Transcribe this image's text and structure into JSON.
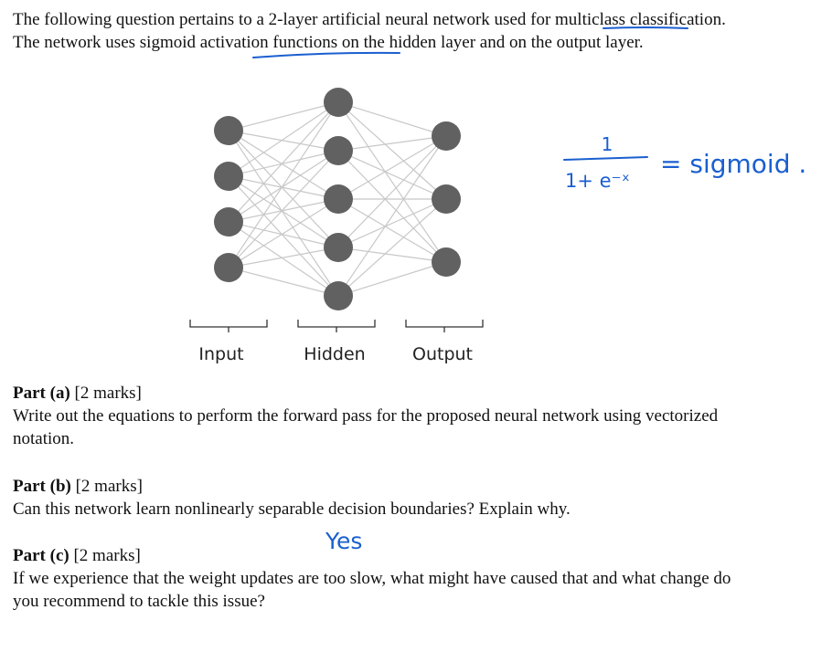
{
  "intro": {
    "text": "The following question pertains to a 2-layer artificial neural network used for multiclass classification. The network uses sigmoid activation functions on the hidden layer and on the output layer."
  },
  "diagram": {
    "layers": [
      {
        "label": "Input",
        "nodes": 4
      },
      {
        "label": "Hidden",
        "nodes": 5
      },
      {
        "label": "Output",
        "nodes": 3
      }
    ],
    "node_color": "#616161",
    "edge_color": "#c8c8c8"
  },
  "annotations": {
    "formula_numerator": "1",
    "formula_denominator": "1+ e⁻ˣ",
    "formula_rhs": "= sigmoid .",
    "answer_b": "Yes",
    "ink_color": "#1a5fd0"
  },
  "parts": [
    {
      "label": "Part (a)",
      "marks": "[2 marks]",
      "question": "Write out the equations to perform the forward pass for the proposed neural network using vectorized notation."
    },
    {
      "label": "Part (b)",
      "marks": "[2 marks]",
      "question": "Can this network learn nonlinearly separable decision boundaries? Explain why."
    },
    {
      "label": "Part (c)",
      "marks": "[2 marks]",
      "question": "If we experience that the weight updates are too slow, what might have caused that and what change do you recommend to tackle this issue?"
    }
  ]
}
